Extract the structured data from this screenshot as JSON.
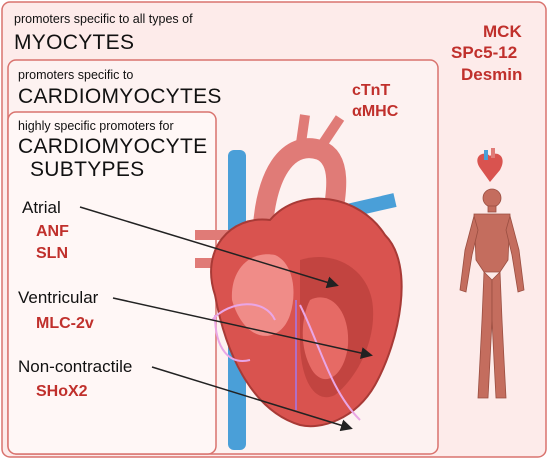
{
  "boxes": {
    "outer": {
      "subtitle": "promoters specific to all types of",
      "title": "MYOCYTES",
      "promoters": [
        "MCK",
        "SPc5-12",
        "Desmin"
      ]
    },
    "middle": {
      "subtitle": "promoters specific to",
      "title": "CARDIOMYOCYTES",
      "promoters": [
        "cTnT",
        "αMHC"
      ]
    },
    "inner": {
      "subtitle": "highly specific promoters for",
      "title_lines": [
        "CARDIOMYOCYTE",
        "SUBTYPES"
      ]
    }
  },
  "subtypes": [
    {
      "label": "Atrial",
      "promoters": [
        "ANF",
        "SLN"
      ]
    },
    {
      "label": "Ventricular",
      "promoters": [
        "MLC-2v"
      ]
    },
    {
      "label": "Non-contractile",
      "promoters": [
        "SHoX2"
      ]
    }
  ],
  "colors": {
    "box_border": "#d9736e",
    "box_fill": "#fdebea",
    "promoter_text": "#c0302c",
    "heart_red": "#d9534f",
    "vessel_blue": "#4a9fd8"
  },
  "icons": [
    "small-heart-icon",
    "human-muscle-figure-icon",
    "heart-illustration"
  ]
}
